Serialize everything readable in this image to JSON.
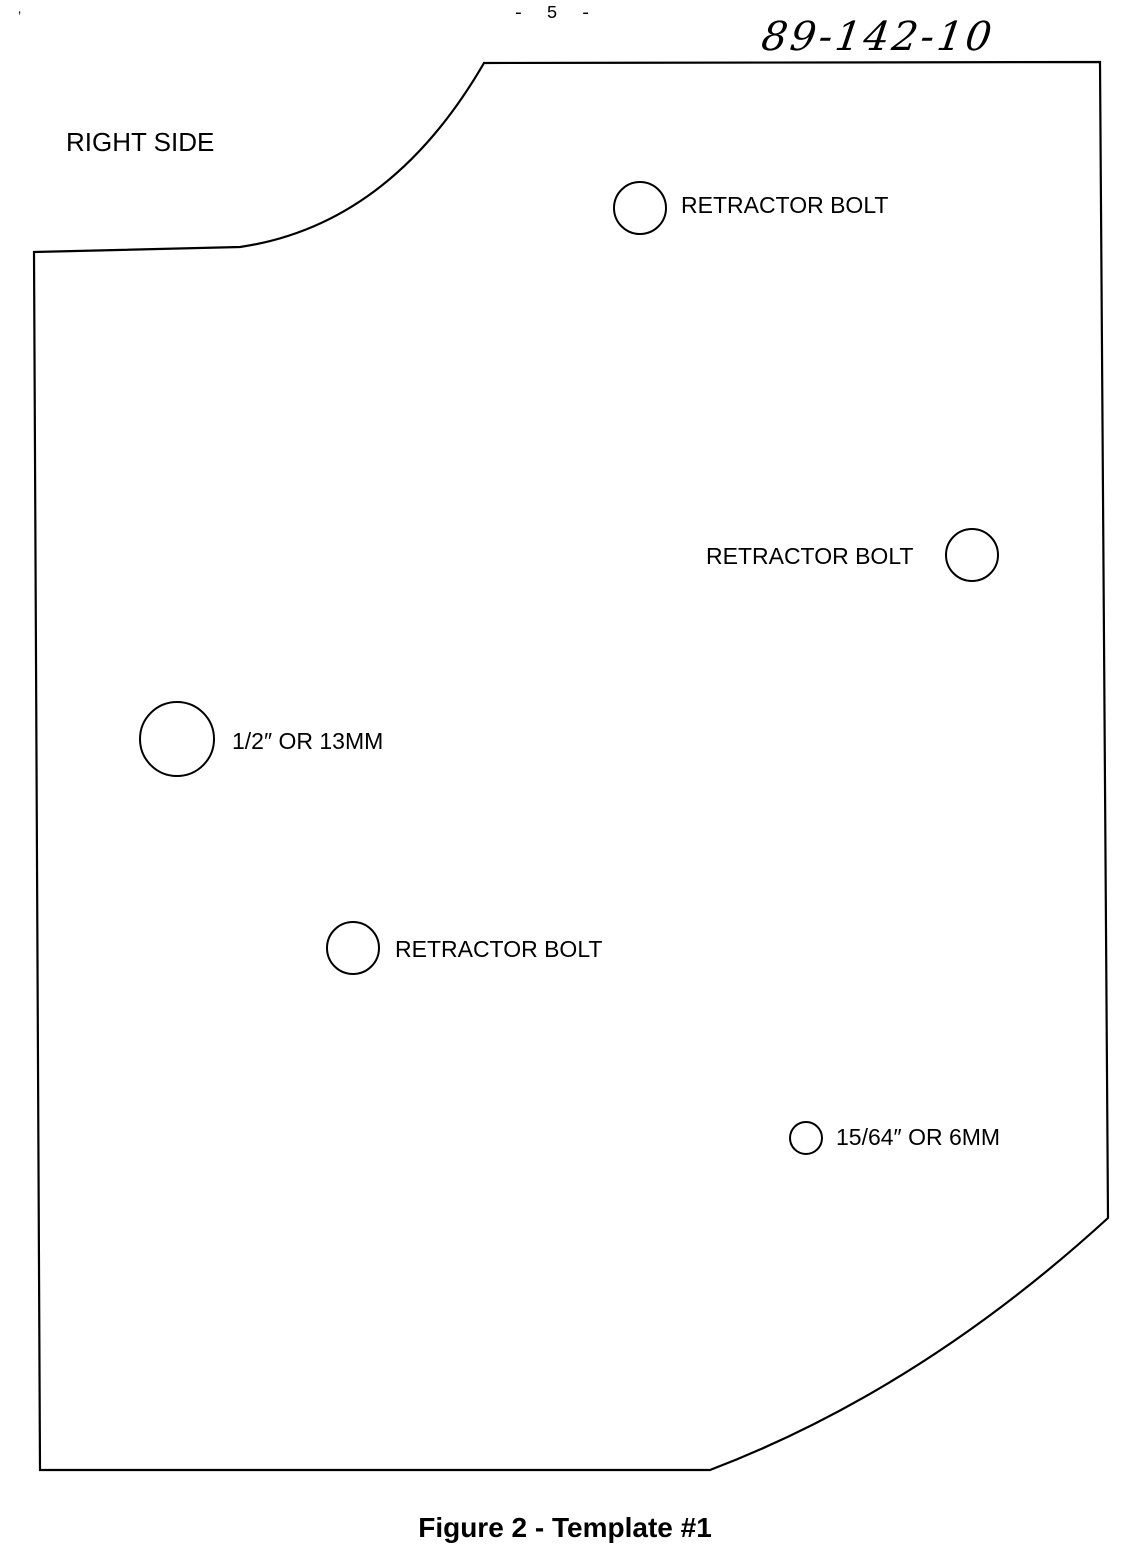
{
  "page": {
    "number": "- 5 -",
    "tick": "’",
    "handwritten_ref": "89-142-10"
  },
  "template": {
    "side_label": "RIGHT SIDE",
    "holes": [
      {
        "id": "retractor-bolt-top",
        "label": "RETRACTOR BOLT"
      },
      {
        "id": "retractor-bolt-right",
        "label": "RETRACTOR BOLT"
      },
      {
        "id": "hole-13mm",
        "label": "1/2″ OR 13MM"
      },
      {
        "id": "retractor-bolt-lower",
        "label": "RETRACTOR BOLT"
      },
      {
        "id": "hole-6mm",
        "label": "15/64″ OR 6MM"
      }
    ]
  },
  "caption": "Figure 2 - Template #1"
}
